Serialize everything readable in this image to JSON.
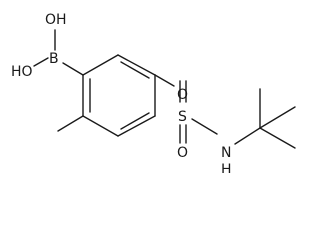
{
  "molecule": {
    "atoms": {
      "hydroxyl_top": "OH",
      "hydroxyl_left": "HO",
      "boron": "B",
      "oxygen_top": "O",
      "oxygen_bottom": "O",
      "sulfur": "S",
      "amine": "N",
      "amine_h": "H"
    }
  }
}
